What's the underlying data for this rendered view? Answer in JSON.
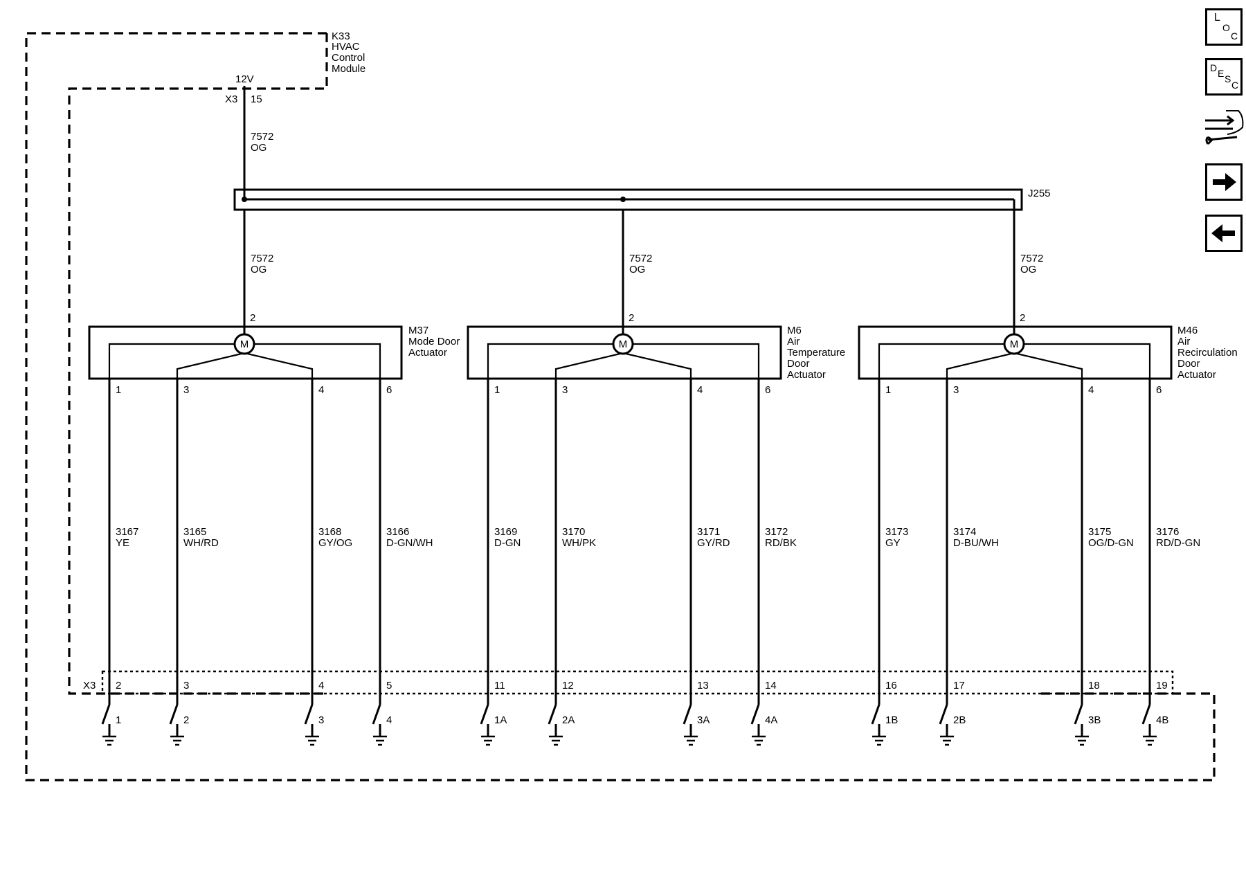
{
  "module": {
    "ref": "K33",
    "name_line1": "HVAC",
    "name_line2": "Control",
    "name_line3": "Module",
    "supply": "12V",
    "connector": "X3",
    "pin": "15"
  },
  "feed": {
    "circuit": "7572",
    "color": "OG"
  },
  "splice": {
    "ref": "J255"
  },
  "actuators": [
    {
      "ref": "M37",
      "name_lines": [
        "Mode Door",
        "Actuator"
      ],
      "supply_pin": "2",
      "motor": "M",
      "pins": [
        {
          "pin": "1",
          "circuit": "3167",
          "color": "YE",
          "x3_pin": "2",
          "gnd": "1"
        },
        {
          "pin": "3",
          "circuit": "3165",
          "color": "WH/RD",
          "x3_pin": "3",
          "gnd": "2"
        },
        {
          "pin": "4",
          "circuit": "3168",
          "color": "GY/OG",
          "x3_pin": "4",
          "gnd": "3"
        },
        {
          "pin": "6",
          "circuit": "3166",
          "color": "D-GN/WH",
          "x3_pin": "5",
          "gnd": "4"
        }
      ]
    },
    {
      "ref": "M6",
      "name_lines": [
        "Air",
        "Temperature",
        "Door",
        "Actuator"
      ],
      "supply_pin": "2",
      "motor": "M",
      "pins": [
        {
          "pin": "1",
          "circuit": "3169",
          "color": "D-GN",
          "x3_pin": "11",
          "gnd": "1A"
        },
        {
          "pin": "3",
          "circuit": "3170",
          "color": "WH/PK",
          "x3_pin": "12",
          "gnd": "2A"
        },
        {
          "pin": "4",
          "circuit": "3171",
          "color": "GY/RD",
          "x3_pin": "13",
          "gnd": "3A"
        },
        {
          "pin": "6",
          "circuit": "3172",
          "color": "RD/BK",
          "x3_pin": "14",
          "gnd": "4A"
        }
      ]
    },
    {
      "ref": "M46",
      "name_lines": [
        "Air",
        "Recirculation",
        "Door",
        "Actuator"
      ],
      "supply_pin": "2",
      "motor": "M",
      "pins": [
        {
          "pin": "1",
          "circuit": "3173",
          "color": "GY",
          "x3_pin": "16",
          "gnd": "1B"
        },
        {
          "pin": "3",
          "circuit": "3174",
          "color": "D-BU/WH",
          "x3_pin": "17",
          "gnd": "2B"
        },
        {
          "pin": "4",
          "circuit": "3175",
          "color": "OG/D-GN",
          "x3_pin": "18",
          "gnd": "3B"
        },
        {
          "pin": "6",
          "circuit": "3176",
          "color": "RD/D-GN",
          "x3_pin": "19",
          "gnd": "4B"
        }
      ]
    }
  ],
  "x3_label": "X3",
  "nav": {
    "loc": {
      "big": "L",
      "sub": "O",
      "sub2": "C"
    },
    "desc": {
      "big": "D",
      "sub": "E",
      "sub2": "S",
      "sub3": "C"
    },
    "service_icon": "connector-wrench-icon",
    "next_icon": "arrow-right-icon",
    "prev_icon": "arrow-left-icon"
  }
}
